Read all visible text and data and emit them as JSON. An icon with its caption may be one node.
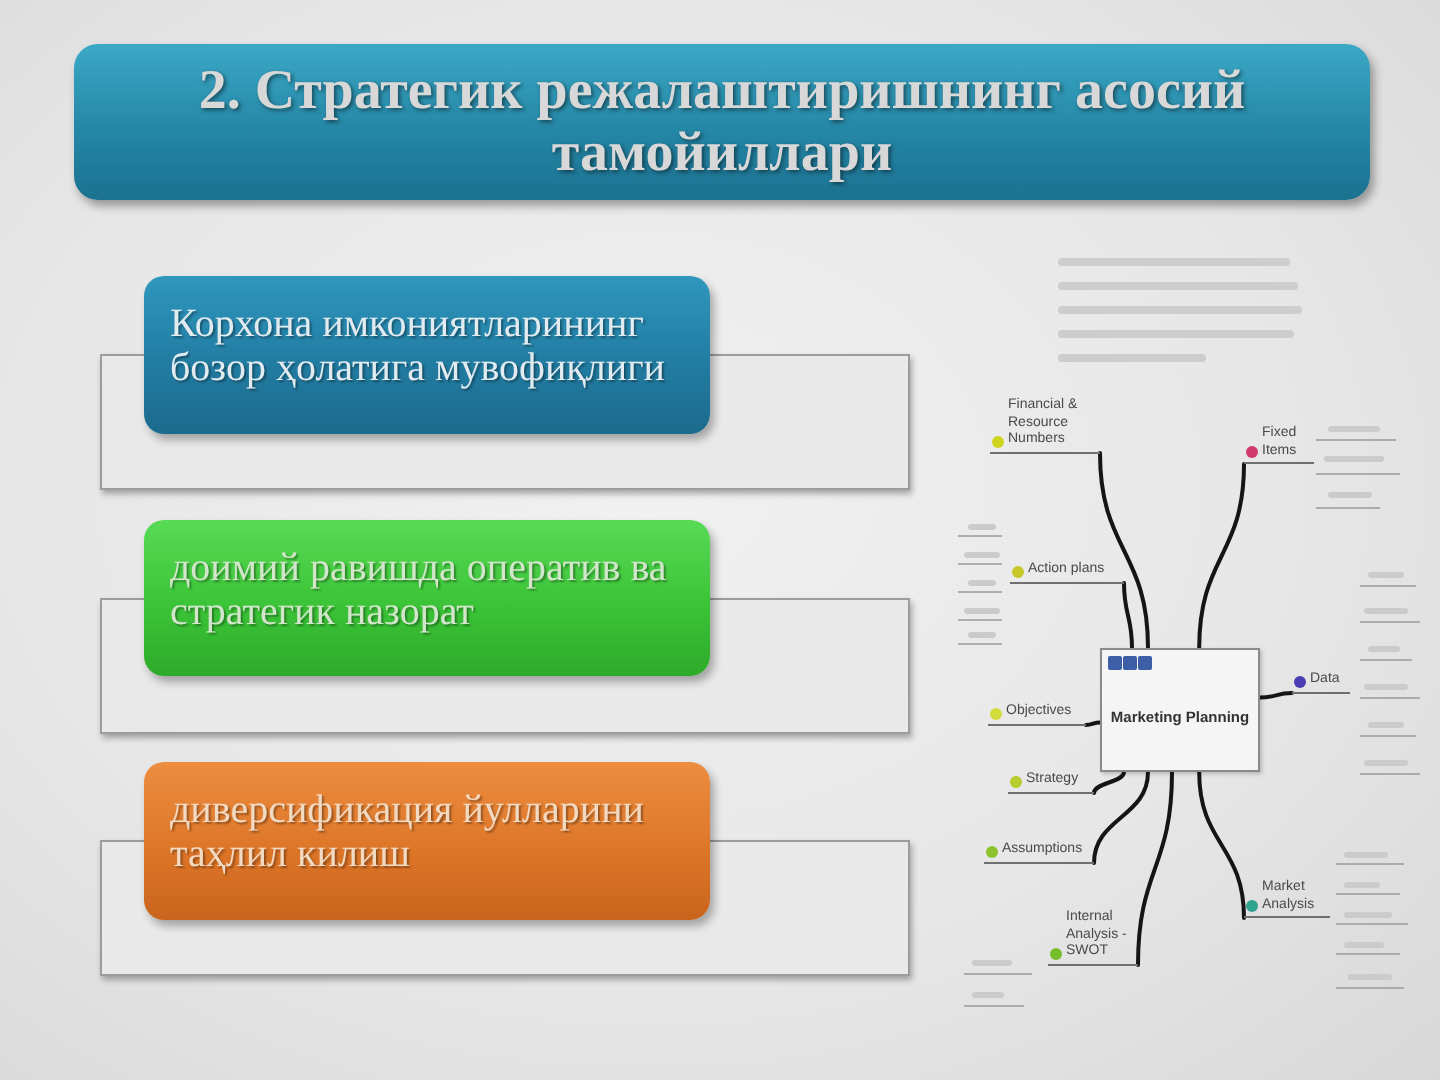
{
  "diagram": {
    "title": "2. Стратегик режалаштиришнинг асосий тамойиллари",
    "nodes": [
      {
        "text": [
          "Корхона имкониятларининг бозор ҳолатига мувофиқлиги"
        ]
      },
      {
        "text": [],
        "shape": "box"
      },
      {
        "text": [
          "доимий равишда оператив ва стратегик назорат"
        ]
      },
      {
        "text": [],
        "shape": "box"
      },
      {
        "text": [
          "диверсификация йулларини таҳлил килиш"
        ]
      },
      {
        "text": [],
        "shape": "box"
      },
      {
        "text": [
          "Financial & Resource Numbers"
        ]
      },
      {
        "text": [
          "Fixed Items"
        ]
      },
      {
        "text": [
          "Action plans"
        ]
      },
      {
        "text": [
          "Marketing Planning"
        ]
      },
      {
        "text": [
          "Data"
        ]
      },
      {
        "text": [
          "Objectives"
        ]
      },
      {
        "text": [
          "Strategy"
        ]
      },
      {
        "text": [
          "Assumptions"
        ]
      },
      {
        "text": [
          "Internal Analysis - SWOT"
        ]
      },
      {
        "text": [
          "Market Analysis"
        ]
      }
    ],
    "edges": [
      {
        "from": 9,
        "to": 6,
        "arrow": "none"
      },
      {
        "from": 9,
        "to": 7,
        "arrow": "none"
      },
      {
        "from": 9,
        "to": 8,
        "arrow": "none"
      },
      {
        "from": 9,
        "to": 10,
        "arrow": "none"
      },
      {
        "from": 9,
        "to": 11,
        "arrow": "none"
      },
      {
        "from": 9,
        "to": 12,
        "arrow": "none"
      },
      {
        "from": 9,
        "to": 13,
        "arrow": "none"
      },
      {
        "from": 9,
        "to": 14,
        "arrow": "none"
      },
      {
        "from": 9,
        "to": 15,
        "arrow": "none"
      }
    ]
  }
}
